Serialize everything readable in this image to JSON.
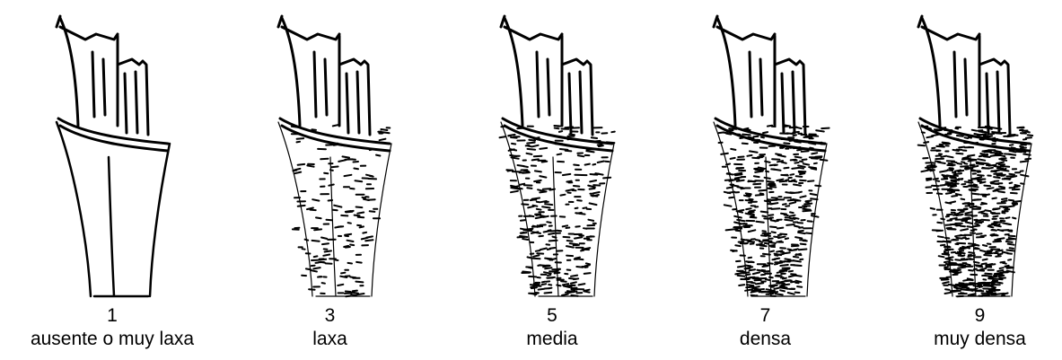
{
  "scale": {
    "items": [
      {
        "value": "1",
        "label": "ausente o muy laxa",
        "density": 0
      },
      {
        "value": "3",
        "label": "laxa",
        "density": 0.25
      },
      {
        "value": "5",
        "label": "media",
        "density": 0.5
      },
      {
        "value": "7",
        "label": "densa",
        "density": 0.75
      },
      {
        "value": "9",
        "label": "muy densa",
        "density": 1.0
      }
    ]
  }
}
